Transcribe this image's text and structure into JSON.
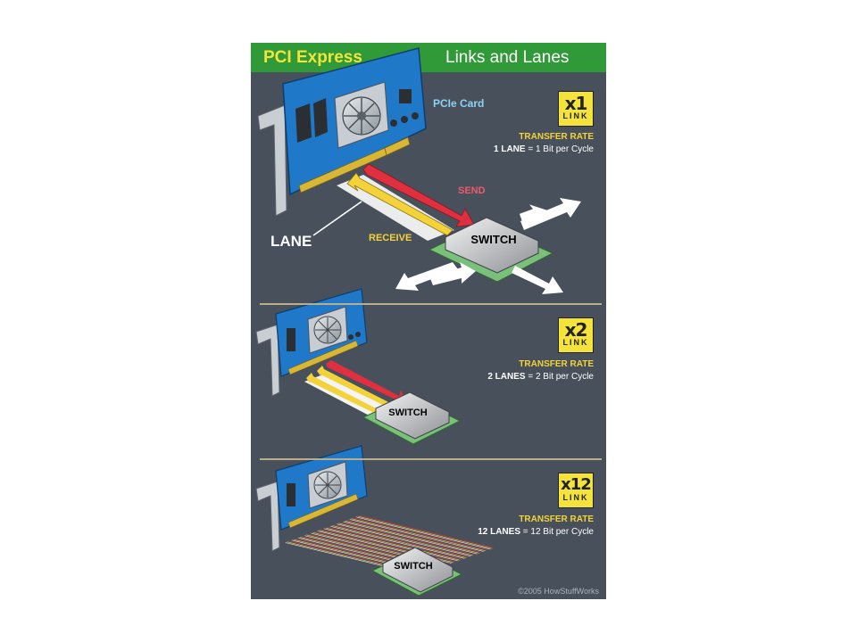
{
  "header": {
    "title_left": "PCI Express",
    "title_right": "Links and Lanes"
  },
  "card_label": "PCIe Card",
  "sections": [
    {
      "badge_number": "x1",
      "badge_word": "LINK",
      "rate_label": "TRANSFER RATE",
      "rate_lanes": "1 LANE",
      "rate_rest": "= 1 Bit per Cycle",
      "switch_label": "SWITCH"
    },
    {
      "badge_number": "x2",
      "badge_word": "LINK",
      "rate_label": "TRANSFER RATE",
      "rate_lanes": "2 LANES",
      "rate_rest": "= 2 Bit per Cycle",
      "switch_label": "SWITCH"
    },
    {
      "badge_number": "x12",
      "badge_word": "LINK",
      "rate_label": "TRANSFER RATE",
      "rate_lanes": "12 LANES",
      "rate_rest": "= 12 Bit per Cycle",
      "switch_label": "SWITCH"
    }
  ],
  "labels": {
    "send": "SEND",
    "receive": "RECEIVE",
    "lane": "LANE"
  },
  "credit": "©2005 HowStuffWorks",
  "colors": {
    "background": "#47505b",
    "header": "#2f9a37",
    "accent_yellow": "#f4e33a",
    "send_red": "#e0303f",
    "card_blue": "#1f78c8"
  }
}
